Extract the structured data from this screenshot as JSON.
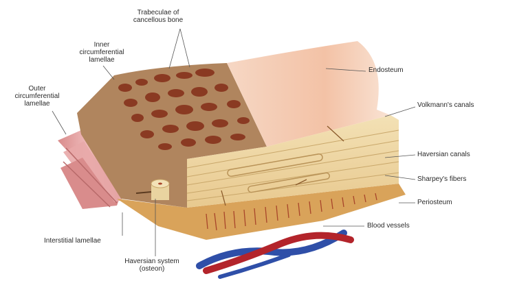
{
  "labels": {
    "trabeculae": "Trabeculae of\ncancellous bone",
    "inner_lamellae": "Inner\ncircumferential\nlamellae",
    "outer_lamellae": "Outer\ncircumferential\nlamellae",
    "endosteum": "Endosteum",
    "volkmanns": "Volkmann's canals",
    "haversian_canals": "Haversian canals",
    "sharpeys": "Sharpey's fibers",
    "periosteum": "Periosteum",
    "blood_vessels": "Blood vessels",
    "interstitial": "Interstitial lamellae",
    "haversian_system": "Haversian system\n(osteon)"
  },
  "colors": {
    "endosteum": "#f3c7ad",
    "compact_bone": "#f0d9a6",
    "cancellous_bone": "#b0855e",
    "trabecula_spaces": "#8a3a22",
    "periosteum": "#d9a35a",
    "sharpeys_fibers": "#a8452a",
    "artery": "#b3242b",
    "vein": "#2f4fa8",
    "outer_layer": "#e2a3a3",
    "leader_lines": "#555555"
  }
}
